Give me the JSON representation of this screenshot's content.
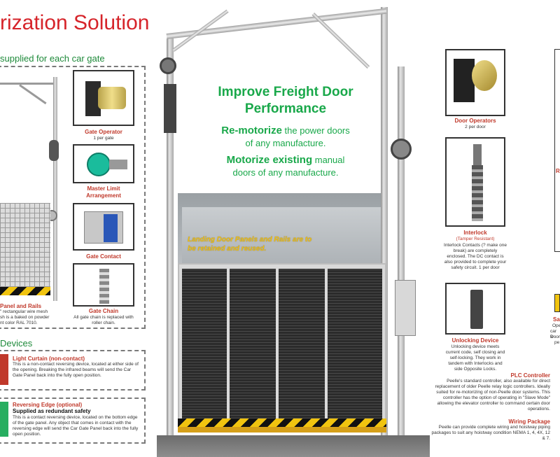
{
  "header": {
    "title": "rization Solution",
    "supplied_note": "supplied for each car gate",
    "devices_heading": "Devices"
  },
  "left_panel": {
    "panel_rails_title": "Panel and Rails",
    "panel_rails_line1": "\" rectangular wire mesh",
    "panel_rails_line2": "sh is a baked on powder",
    "panel_rails_line3": "nt color RAL 7010."
  },
  "parts": [
    {
      "label": "Gate Operator",
      "sub": "1 per gate"
    },
    {
      "label": "Master Limit Arrangement",
      "sub": ""
    },
    {
      "label": "Gate Contact",
      "sub": ""
    },
    {
      "label": "Gate Chain",
      "sub": "All gate chain is replaced with roller chain."
    }
  ],
  "devices": [
    {
      "label": "Light Curtain (non-contact)",
      "subtitle": "",
      "desc": "This is a non-contact reversing device, located at either side of the opening. Breaking the infrared beams will send the Car Gate Panel back into the fully open position."
    },
    {
      "label": "Reversing Edge (optional)",
      "subtitle": "Supplied as redundant safety",
      "desc": "This is a contact reversing device, located on the bottom edge of the gate panel. Any object that comes in contact with the reversing edge will send the Car Gate Panel back into the fully open position."
    }
  ],
  "hero": {
    "title": "Improve Freight Door Performance",
    "line1_bold": "Re-motorize",
    "line1_rest": " the power doors",
    "line2": "of any manufacture.",
    "line3_bold": "Motorize existing",
    "line3_rest": " manual",
    "line4": "doors of any manufacture.",
    "note": "Landing Door Panels and Rails are to be retained and reused."
  },
  "right_parts": [
    {
      "label": "Door Operators",
      "sub": "2 per door"
    },
    {
      "label": "Interlock",
      "label2": "(Tamper Resistant)",
      "sub": "Interlock Contacts (? make one break) are completely enclosed. The DC contact is also provided to complete your safety circuit. 1 per door"
    },
    {
      "label": "Unlocking Device",
      "sub": "Unlocking device meets current code, self closing and self-locking. They work in tandem with Interlocks and side Opposite Locks."
    }
  ],
  "plc": {
    "title": "PLC Controller",
    "desc": "Peelle's standard controller, also available for direct replacement of older Peelle relay logic controllers. Ideally suited for re-motorizing of non-Peelle door systems. This controller has the option of operating in \"Slave Mode\" allowing the elevator controller to command certain door operations."
  },
  "wiring": {
    "title": "Wiring Package",
    "desc": "Peelle can provide complete wiring and hoistway piping packages to suit any hoistway condition NEMA 1, 4, 4X, 12 & 7."
  },
  "edge_fragments": {
    "r1": "R",
    "sa": "Sa",
    "op1": "Ope",
    "op2": "car w",
    "op3": "Door",
    "op4": "pe"
  }
}
